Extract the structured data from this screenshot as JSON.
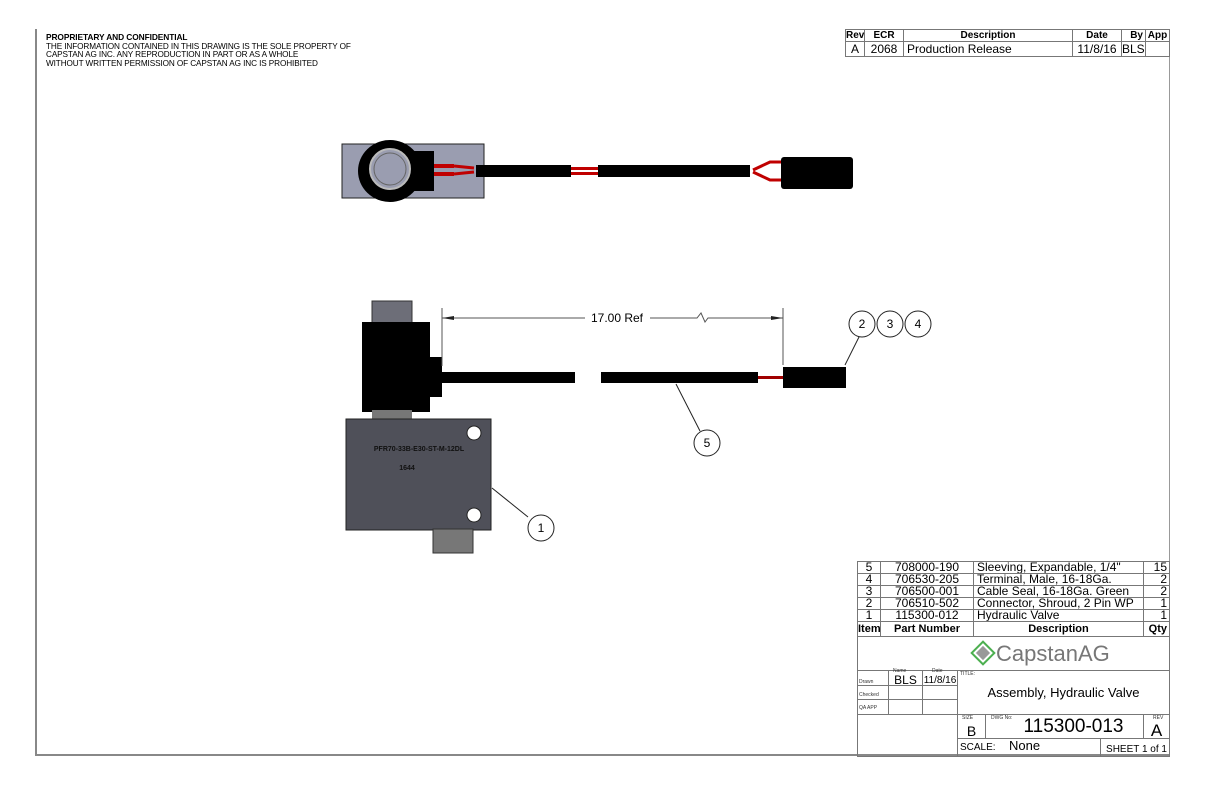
{
  "notice": {
    "heading": "PROPRIETARY AND CONFIDENTIAL",
    "lines": [
      "THE INFORMATION CONTAINED IN THIS DRAWING IS THE SOLE PROPERTY OF",
      "CAPSTAN AG INC. ANY REPRODUCTION IN PART OR AS A WHOLE",
      "WITHOUT WRITTEN PERMISSION OF CAPSTAN AG INC IS PROHIBITED"
    ]
  },
  "revisions": {
    "headers": [
      "Rev",
      "ECR",
      "Description",
      "Date",
      "By",
      "App"
    ],
    "rows": [
      [
        "A",
        "2068",
        "Production Release",
        "11/8/16",
        "BLS",
        ""
      ]
    ]
  },
  "drawing": {
    "dimension": "17.00 Ref",
    "balloons": [
      "1",
      "2",
      "3",
      "4",
      "5"
    ],
    "valve_marking": [
      "PFR70-33B-E30-ST-M-12DL",
      "1644"
    ],
    "colors": {
      "valve_body": "#4f5059",
      "top_body": "#9a9db0",
      "wire": "#c00000",
      "cable": "#000000"
    }
  },
  "bom": {
    "headers": [
      "Item",
      "Part Number",
      "Description",
      "Qty"
    ],
    "rows": [
      [
        "5",
        "708000-190",
        "Sleeving, Expandable, 1/4\"",
        "15"
      ],
      [
        "4",
        "706530-205",
        "Terminal, Male, 16-18Ga.",
        "2"
      ],
      [
        "3",
        "706500-001",
        "Cable Seal, 16-18Ga. Green",
        "2"
      ],
      [
        "2",
        "706510-502",
        "Connector, Shroud, 2 Pin WP",
        "1"
      ],
      [
        "1",
        "115300-012",
        "Hydraulic Valve",
        "1"
      ]
    ]
  },
  "title_block": {
    "logo": "CapstanAG",
    "name_label": "Name",
    "date_label": "Date",
    "drawn_label": "Drawn",
    "checked_label": "Checked",
    "qa_label": "QA APP",
    "drawn_name": "BLS",
    "drawn_date": "11/8/16",
    "title_label": "TITLE:",
    "title": "Assembly, Hydraulic Valve",
    "size_label": "SIZE",
    "size": "B",
    "dwg_label": "DWG No:",
    "dwg_no": "115300-013",
    "rev_label": "REV",
    "rev": "A",
    "scale_label": "SCALE:",
    "scale": "None",
    "sheet": "SHEET 1 of 1"
  }
}
